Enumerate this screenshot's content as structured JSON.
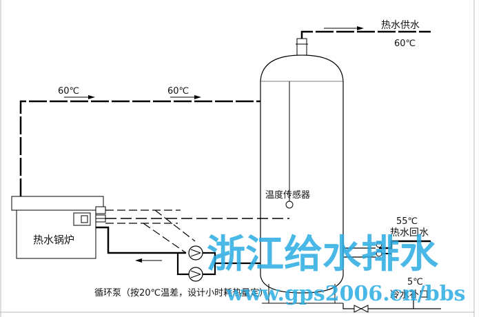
{
  "labels": {
    "hot_supply": "热水供水",
    "supply_temp": "60℃",
    "top_pipe_temp_left": "60℃",
    "top_pipe_temp_right": "60℃",
    "temp_sensor": "温度传感器",
    "boiler": "热水锅炉",
    "return_temp": "55℃",
    "hot_return": "热水回水",
    "cold_temp": "5℃",
    "cold_makeup": "冷水补口",
    "pump_caption": "循环泵（按20℃温差，设计小时耗热量定）"
  },
  "watermark": {
    "title": "浙江给水排水",
    "url": "www.gps2006.cn/bbs"
  },
  "colors": {
    "line": "#000000",
    "watermark": "#29abe2"
  }
}
